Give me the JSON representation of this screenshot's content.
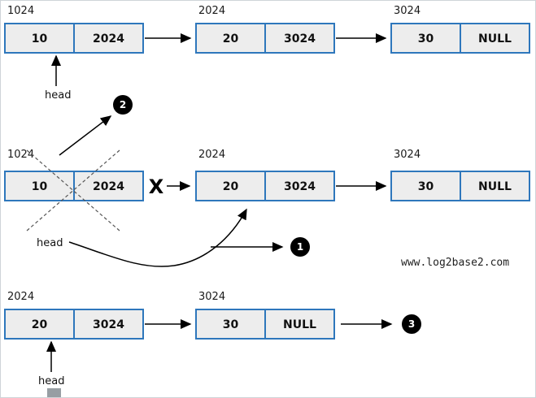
{
  "colors": {
    "node_fill": "#ededed",
    "node_border": "#2e77bc",
    "badge_fill": "#000000",
    "badge_text": "#ffffff"
  },
  "diagram": {
    "watermark": "www.log2base2.com",
    "cross_mark": "X",
    "steps": {
      "step1": "1",
      "step2": "2",
      "step3": "3"
    },
    "rows": [
      {
        "head_label": "head",
        "nodes": [
          {
            "address": "1024",
            "data": "10",
            "next": "2024"
          },
          {
            "address": "2024",
            "data": "20",
            "next": "3024"
          },
          {
            "address": "3024",
            "data": "30",
            "next": "NULL"
          }
        ]
      },
      {
        "head_label": "head",
        "nodes": [
          {
            "address": "1024",
            "data": "10",
            "next": "2024"
          },
          {
            "address": "2024",
            "data": "20",
            "next": "3024"
          },
          {
            "address": "3024",
            "data": "30",
            "next": "NULL"
          }
        ]
      },
      {
        "head_label": "head",
        "nodes": [
          {
            "address": "2024",
            "data": "20",
            "next": "3024"
          },
          {
            "address": "3024",
            "data": "30",
            "next": "NULL"
          }
        ]
      }
    ]
  }
}
